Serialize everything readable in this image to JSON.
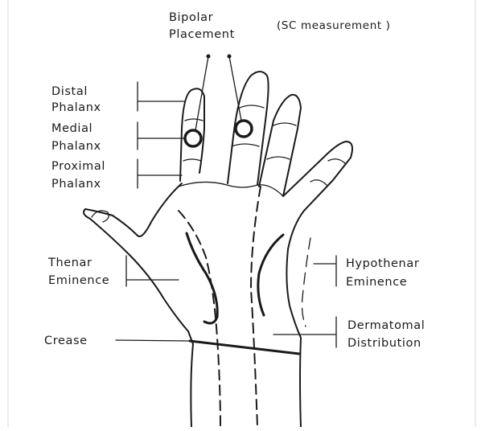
{
  "labels": {
    "bipolar_line1": "Bipolar",
    "bipolar_line2": "Placement",
    "sc_measurement": "(SC measurement )",
    "distal_line1": "Distal",
    "distal_line2": "Phalanx",
    "medial_line1": "Medial",
    "medial_line2": "Phalanx",
    "proximal_line1": "Proximal",
    "proximal_line2": "Phalanx",
    "thenar_line1": "Thenar",
    "thenar_line2": "Eminence",
    "crease": "Crease",
    "hypothenar_line1": "Hypothenar",
    "hypothenar_line2": "Eminence",
    "dermatomal_line1": "Dermatomal",
    "dermatomal_line2": "Distribution"
  }
}
